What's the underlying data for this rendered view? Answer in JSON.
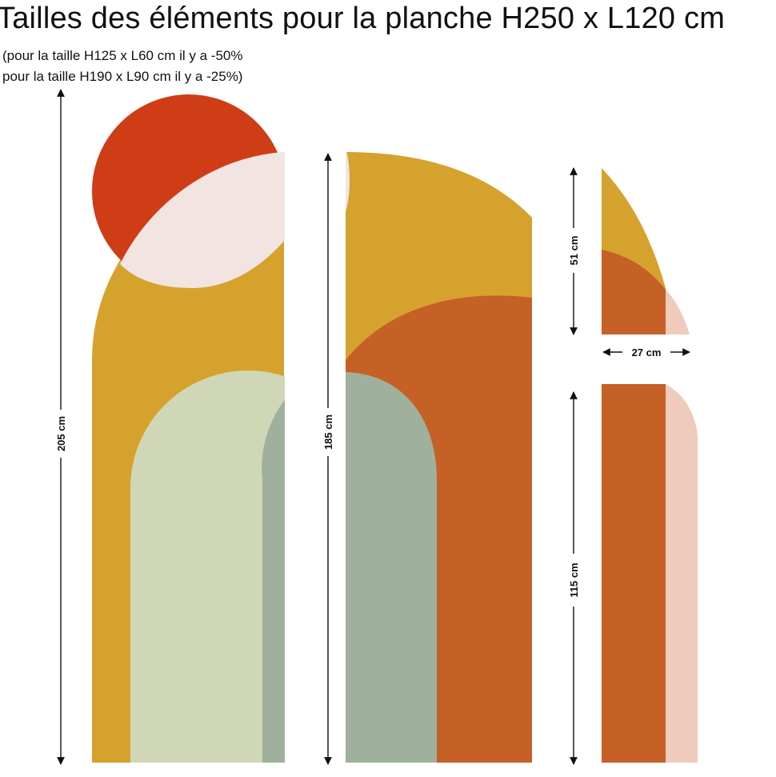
{
  "title": "Tailles des éléments pour la planche H250 x L120 cm",
  "notes": [
    "(pour la taille H125 x L60 cm il y a -50%",
    "pour la taille H190 x L90 cm il y a -25%)"
  ],
  "dimensions": {
    "panel_left_height": "205 cm",
    "panel_middle_height": "185 cm",
    "panel_right_top_height": "51 cm",
    "panel_right_width": "27 cm",
    "panel_right_bottom_height": "115 cm"
  },
  "colors": {
    "red": "#cf3d17",
    "pale_pink": "#f2e5e1",
    "mustard": "#d6a22e",
    "sage_light": "#d0d7b6",
    "sage_dark": "#9fb19c",
    "rust": "#c56126",
    "peach": "#efcbbc",
    "ink": "#111111"
  }
}
